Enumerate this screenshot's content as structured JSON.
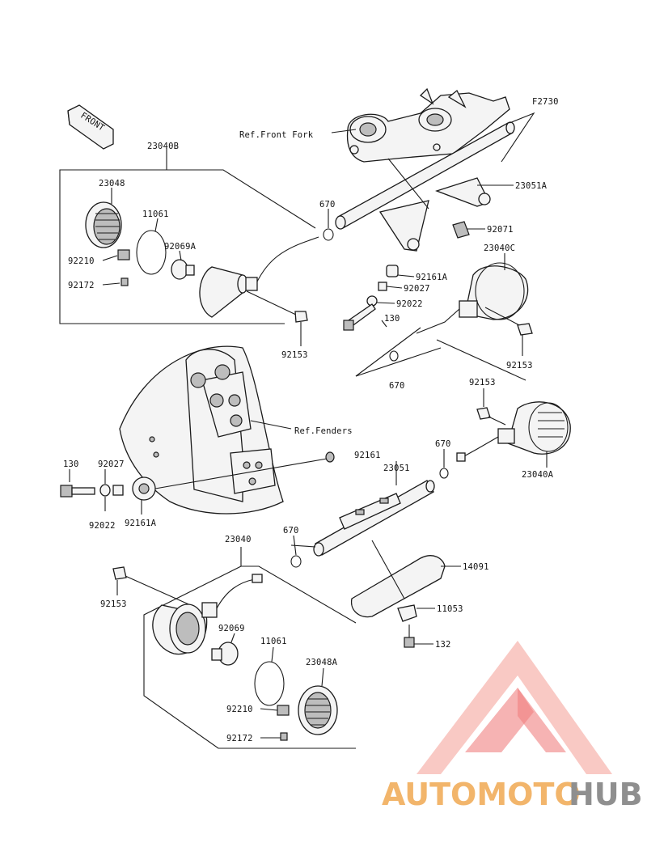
{
  "figure_code": "F2730",
  "front_marker": "FRONT",
  "refs": {
    "front_fork": "Ref.Front Fork",
    "fenders": "Ref.Fenders"
  },
  "parts": {
    "p23040B": "23040B",
    "p23048": "23048",
    "p11061_top": "11061",
    "p92210_top": "92210",
    "p92069A": "92069A",
    "p92172_top": "92172",
    "p670_top": "670",
    "p92153_topleft": "92153",
    "p23051A": "23051A",
    "p92071": "92071",
    "p23040C": "23040C",
    "p92161A_top": "92161A",
    "p92027_top": "92027",
    "p92022_top": "92022",
    "p130_top": "130",
    "p92153_topright": "92153",
    "p670_mid": "670",
    "p92153_right": "92153",
    "p670_right": "670",
    "p23040A": "23040A",
    "p92161": "92161",
    "p23051": "23051",
    "p130_left": "130",
    "p92027_left": "92027",
    "p92022_left": "92022",
    "p92161A_left": "92161A",
    "p23040": "23040",
    "p670_bottom": "670",
    "p14091": "14091",
    "p92153_bottom": "92153",
    "p11053": "11053",
    "p92069": "92069",
    "p132": "132",
    "p11061_bottom": "11061",
    "p23048A": "23048A",
    "p92210_bottom": "92210",
    "p92172_bottom": "92172"
  },
  "watermark": {
    "part1": "AUTOMOTO",
    "part2": "HUB",
    "color_primary": "#f2a65a",
    "color_secondary": "#9a9a9a",
    "logo_color": "#ee5a5a"
  }
}
